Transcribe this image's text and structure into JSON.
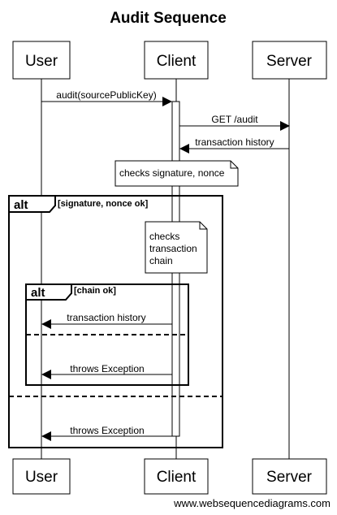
{
  "title": "Audit Sequence",
  "participants": [
    "User",
    "Client",
    "Server"
  ],
  "messages": [
    {
      "label": "audit(sourcePublicKey)",
      "from": "User",
      "to": "Client"
    },
    {
      "label": "GET /audit",
      "from": "Client",
      "to": "Server"
    },
    {
      "label": "transaction history",
      "from": "Server",
      "to": "Client"
    },
    {
      "label": "transaction history",
      "from": "Client",
      "to": "User"
    },
    {
      "label": "throws Exception",
      "from": "Client",
      "to": "User"
    },
    {
      "label": "throws Exception",
      "from": "Client",
      "to": "User"
    }
  ],
  "notes": {
    "note1": "checks signature, nonce",
    "note2": [
      "checks",
      "transaction",
      "chain"
    ]
  },
  "fragments": {
    "outer": {
      "keyword": "alt",
      "guard": "[signature, nonce ok]"
    },
    "inner": {
      "keyword": "alt",
      "guard": "[chain ok]"
    }
  },
  "watermark": "www.websequencediagrams.com"
}
